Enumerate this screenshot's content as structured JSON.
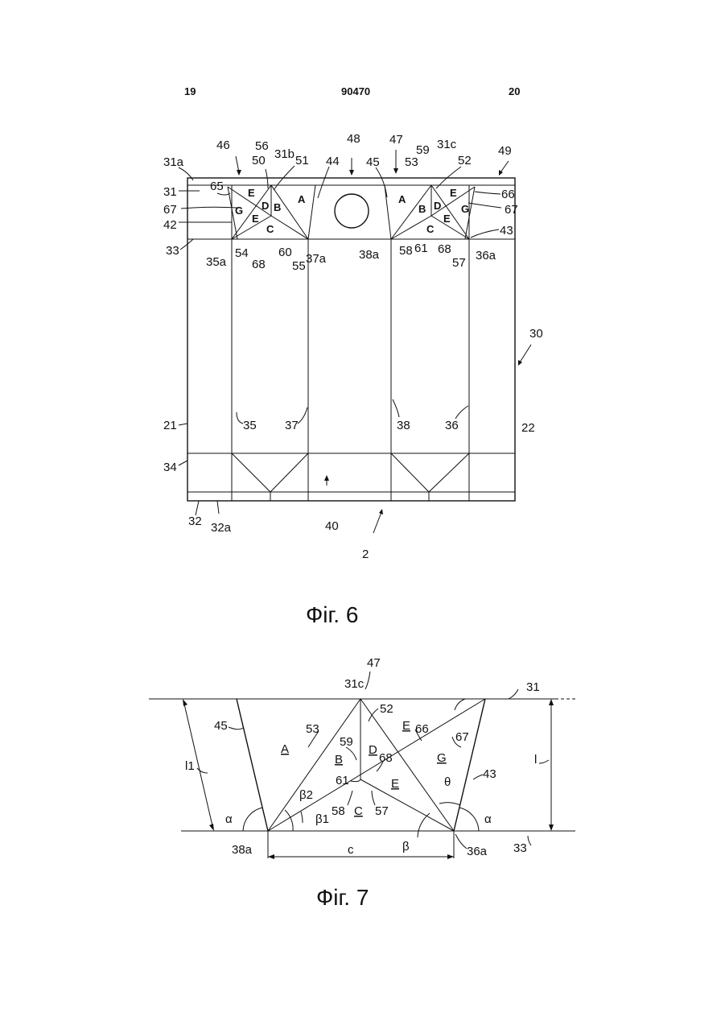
{
  "header": {
    "page_left": "19",
    "doc_number": "90470",
    "page_right": "20"
  },
  "figure6": {
    "caption": "Фіг. 6",
    "labels": [
      "46",
      "56",
      "48",
      "47",
      "59",
      "31c",
      "49",
      "31a",
      "50",
      "31b",
      "51",
      "44",
      "45",
      "53",
      "52",
      "65",
      "31",
      "66",
      "67",
      "67",
      "42",
      "43",
      "33",
      "35a",
      "54",
      "68",
      "60",
      "55",
      "37a",
      "38a",
      "58",
      "61",
      "68",
      "57",
      "36a",
      "30",
      "21",
      "35",
      "37",
      "38",
      "36",
      "22",
      "34",
      "32",
      "32a",
      "40",
      "2"
    ],
    "panel_letters": [
      "E",
      "G",
      "D",
      "B",
      "E",
      "C",
      "A",
      "A",
      "B",
      "D",
      "E",
      "G",
      "E",
      "C"
    ]
  },
  "figure7": {
    "caption": "Фіг. 7",
    "labels": [
      "47",
      "31c",
      "31",
      "52",
      "45",
      "53",
      "E",
      "66",
      "67",
      "A",
      "59",
      "D",
      "68",
      "B",
      "G",
      "l1",
      "l",
      "61",
      "E",
      "θ",
      "43",
      "α",
      "β2",
      "58",
      "C",
      "57",
      "β1",
      "α",
      "38a",
      "c",
      "β",
      "36a",
      "33"
    ]
  }
}
